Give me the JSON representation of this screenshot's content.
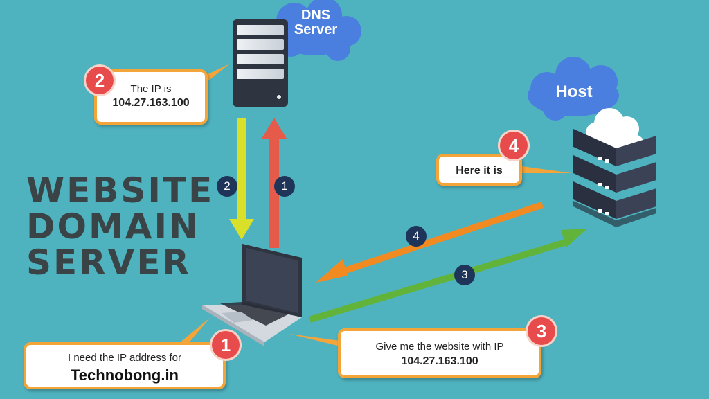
{
  "title": {
    "line1": "WEBSITE",
    "line2": "DOMAIN",
    "line3": "SERVER"
  },
  "dns_cloud": {
    "line1": "DNS",
    "line2": "Server"
  },
  "host_cloud": {
    "label": "Host"
  },
  "callouts": {
    "dns_reply": {
      "line1": "The IP is",
      "line2": "104.27.163.100"
    },
    "host_reply": {
      "line1": "Here it is"
    },
    "user_request": {
      "line1": "I need the IP address for",
      "line2": "Technobong.in"
    },
    "site_request": {
      "line1": "Give me the website with IP",
      "line2": "104.27.163.100"
    }
  },
  "step_badges": {
    "s1": "1",
    "s2": "2",
    "s3": "3",
    "s4": "4"
  },
  "arrow_badges": {
    "a1": "1",
    "a2": "2",
    "a3": "3",
    "a4": "4"
  },
  "colors": {
    "background": "#4fb3bf",
    "cloud": "#4a7fe0",
    "callout_border": "#f4a53a",
    "badge_red": "#e84b4b",
    "badge_navy": "#1e3559",
    "arrow_red": "#e65a4a",
    "arrow_yellow": "#d9e02a",
    "arrow_orange": "#f28a22",
    "arrow_green": "#62b33a",
    "title_text": "#3a4446"
  }
}
